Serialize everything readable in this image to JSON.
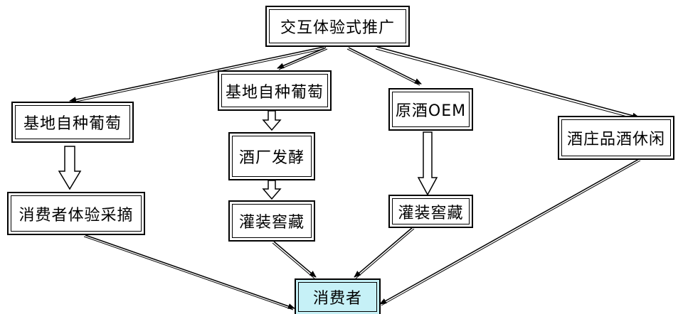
{
  "diagram": {
    "root": "交互体验式推广",
    "branch1": {
      "start": "基地自种葡萄",
      "step": "消费者体验采摘"
    },
    "branch2": {
      "start": "基地自种葡萄",
      "step1": "酒厂发酵",
      "step2": "灌装窖藏"
    },
    "branch3": {
      "start": "原酒OEM",
      "step": "灌装窖藏"
    },
    "branch4": {
      "start": "酒庄品酒休闲"
    },
    "target": "消费者",
    "colors": {
      "target_fill": "#c6f1f7",
      "line": "#000000"
    }
  }
}
